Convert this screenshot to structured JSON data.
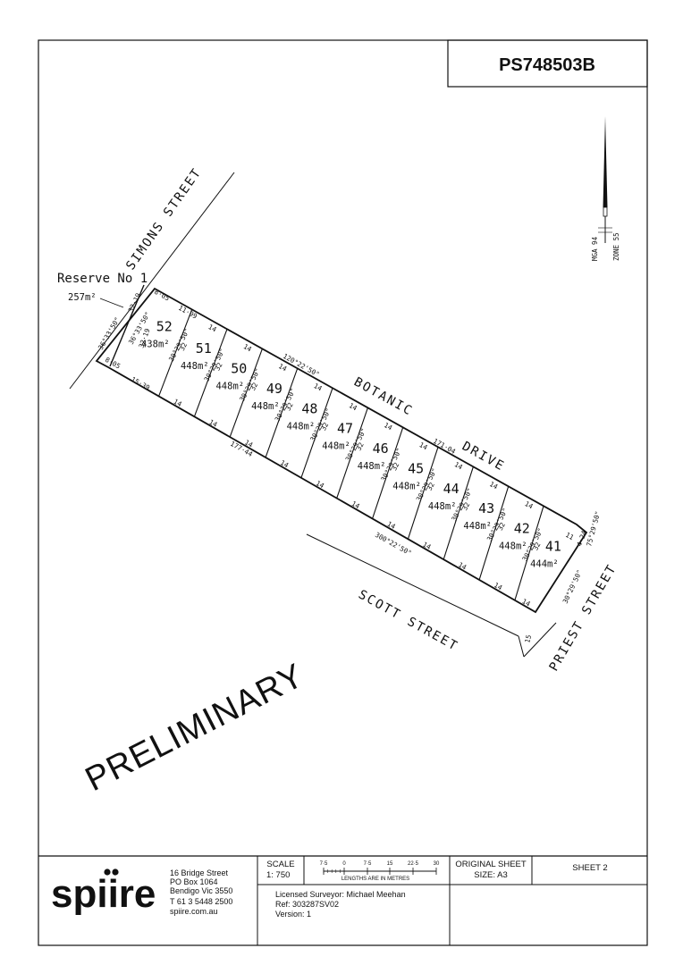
{
  "plan_number": "PS748503B",
  "north": {
    "datum": "MGA 94",
    "zone": "ZONE 55"
  },
  "streets": {
    "simons": "SIMONS STREET",
    "botanic_1": "BOTANIC",
    "botanic_2": "DRIVE",
    "scott": "SCOTT STREET",
    "priest": "PRIEST STREET"
  },
  "reserve": {
    "label": "Reserve No 1",
    "area": "257m²"
  },
  "lots": [
    {
      "number": "52",
      "area": "438m²"
    },
    {
      "number": "51",
      "area": "448m²"
    },
    {
      "number": "50",
      "area": "448m²"
    },
    {
      "number": "49",
      "area": "448m²"
    },
    {
      "number": "48",
      "area": "448m²"
    },
    {
      "number": "47",
      "area": "448m²"
    },
    {
      "number": "46",
      "area": "448m²"
    },
    {
      "number": "45",
      "area": "448m²"
    },
    {
      "number": "44",
      "area": "448m²"
    },
    {
      "number": "43",
      "area": "448m²"
    },
    {
      "number": "42",
      "area": "448m²"
    },
    {
      "number": "41",
      "area": "444m²"
    }
  ],
  "dimensions": {
    "frontage": "14",
    "depth": "32",
    "bearing_side": "30°29'50\"",
    "front_bearing": "120°22'50\"",
    "rear_bearing": "300°22'50\"",
    "front_total": "171·04",
    "rear_total": "177·44",
    "lot52_front": "11·99",
    "lot52_rear": "15·39",
    "lot52_side": "32·19",
    "lot52_bearing": "36°33'50\"",
    "reserve_side": "32·19",
    "reserve_bearing": "36°33'50\"",
    "reserve_top": "8·05",
    "reserve_bottom": "8·05",
    "lot41_front": "11",
    "corner": "4·24",
    "corner_bearing": "75°29'50\"",
    "priest_truncation": "15"
  },
  "watermark": "PRELIMINARY",
  "title_block": {
    "company": "spiire",
    "address": [
      "16 Bridge Street",
      "PO Box 1064",
      "Bendigo  Vic 3550",
      "T 61 3 5448 2500",
      "spiire.com.au"
    ],
    "scale_label": "SCALE",
    "scale_value": "1: 750",
    "scale_ticks": [
      "7·5",
      "0",
      "7·5",
      "15",
      "22·5",
      "30"
    ],
    "scale_units": "LENGTHS ARE IN METRES",
    "original_sheet": "ORIGINAL SHEET",
    "sheet_size": "SIZE: A3",
    "sheet": "SHEET  2",
    "surveyor": "Licensed Surveyor: Michael Meehan",
    "ref": "Ref:  303287SV02",
    "version": "Version:  1"
  }
}
